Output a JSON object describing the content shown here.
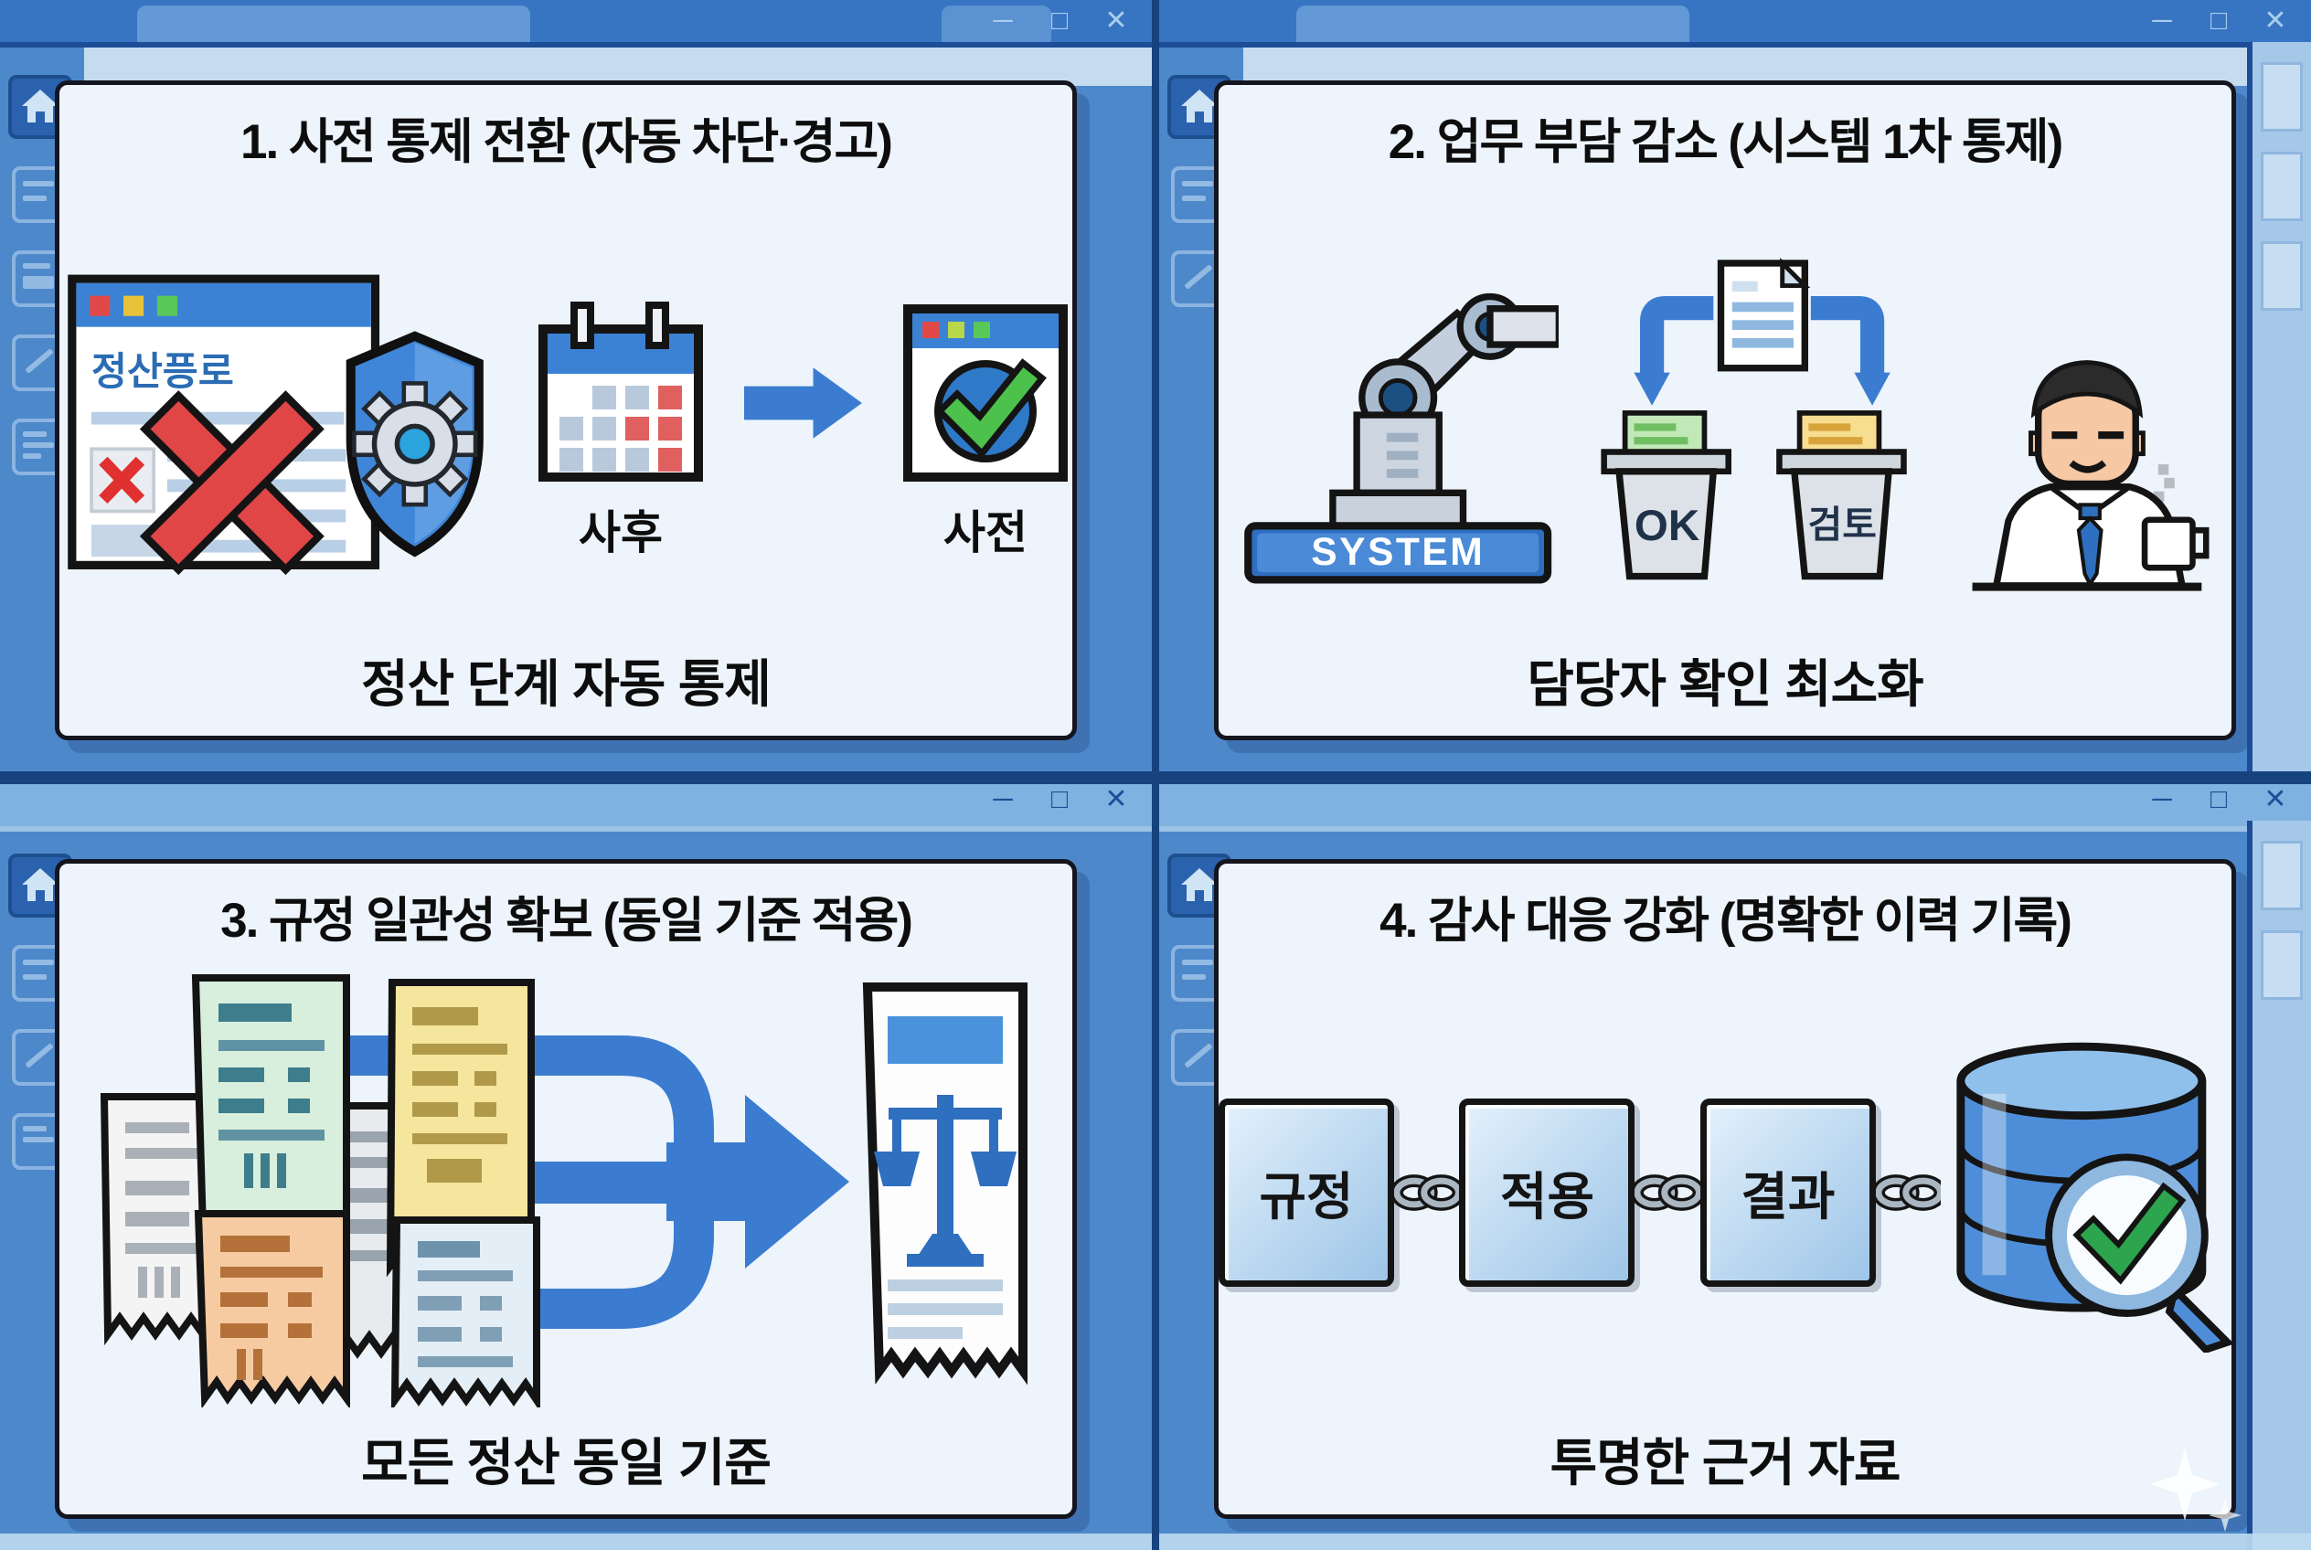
{
  "chrome": {
    "minimize_glyph": "─",
    "maximize_glyph": "□",
    "close_glyph": "✕",
    "sidebar_icons": [
      "home-icon",
      "list-icon",
      "printer-icon",
      "pencil-icon",
      "document-icon"
    ]
  },
  "panels": [
    {
      "title": "1. 사전 통제 전환 (자동 차단·경고)",
      "caption": "정산 단계 자동 통제",
      "browser_doc_title": "정산픙로",
      "before_label": "사후",
      "after_label": "사전"
    },
    {
      "title": "2. 업무 부담 감소 (시스템 1차 통제)",
      "caption": "담당자 확인 최소화",
      "system_label": "SYSTEM",
      "bin_ok_label": "OK",
      "bin_review_label": "검토"
    },
    {
      "title": "3. 규정 일관성 확보 (동일 기준 적용)",
      "caption": "모든 정산 동일 기준"
    },
    {
      "title": "4. 감사 대응 강화 (명확한 이력 기록)",
      "caption": "투명한 근거 자료",
      "chain_labels": [
        "규정",
        "적용",
        "결과"
      ]
    }
  ],
  "colors": {
    "bg_blue": "#4d88cb",
    "accent_blue": "#3b7cd0",
    "card_bg": "#edf4fb",
    "success_green": "#3fae4c",
    "error_red": "#e04040",
    "warning_yellow": "#f0c040",
    "divider_navy": "#16427e"
  }
}
